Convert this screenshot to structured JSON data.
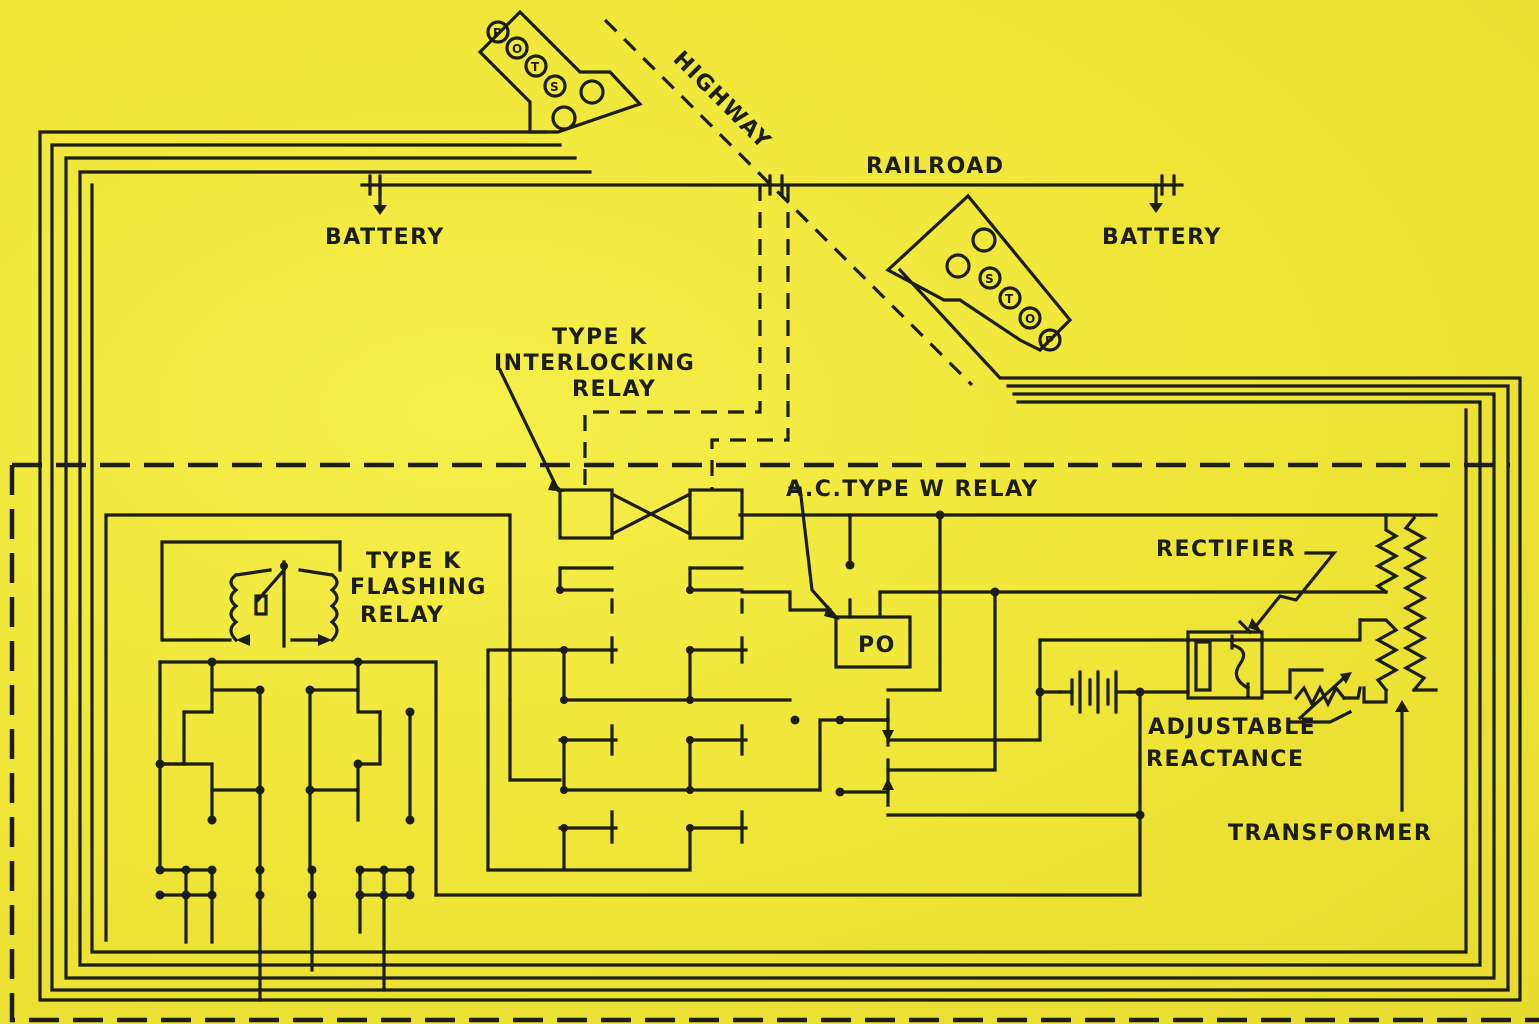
{
  "labels": {
    "highway": "HIGHWAY",
    "railroad": "RAILROAD",
    "battery_left": "BATTERY",
    "battery_right": "BATTERY",
    "interlocking_relay_1": "TYPE K",
    "interlocking_relay_2": "INTERLOCKING",
    "interlocking_relay_3": "RELAY",
    "flashing_relay_1": "TYPE K",
    "flashing_relay_2": "FLASHING",
    "flashing_relay_3": "RELAY",
    "ac_relay": "A.C.TYPE W RELAY",
    "po": "PO",
    "rectifier": "RECTIFIER",
    "reactance_1": "ADJUSTABLE",
    "reactance_2": "REACTANCE",
    "transformer": "TRANSFORMER"
  },
  "signals": {
    "top_left": [
      "S",
      "T",
      "O",
      "P"
    ],
    "right": [
      "S",
      "T",
      "O",
      "P"
    ]
  }
}
